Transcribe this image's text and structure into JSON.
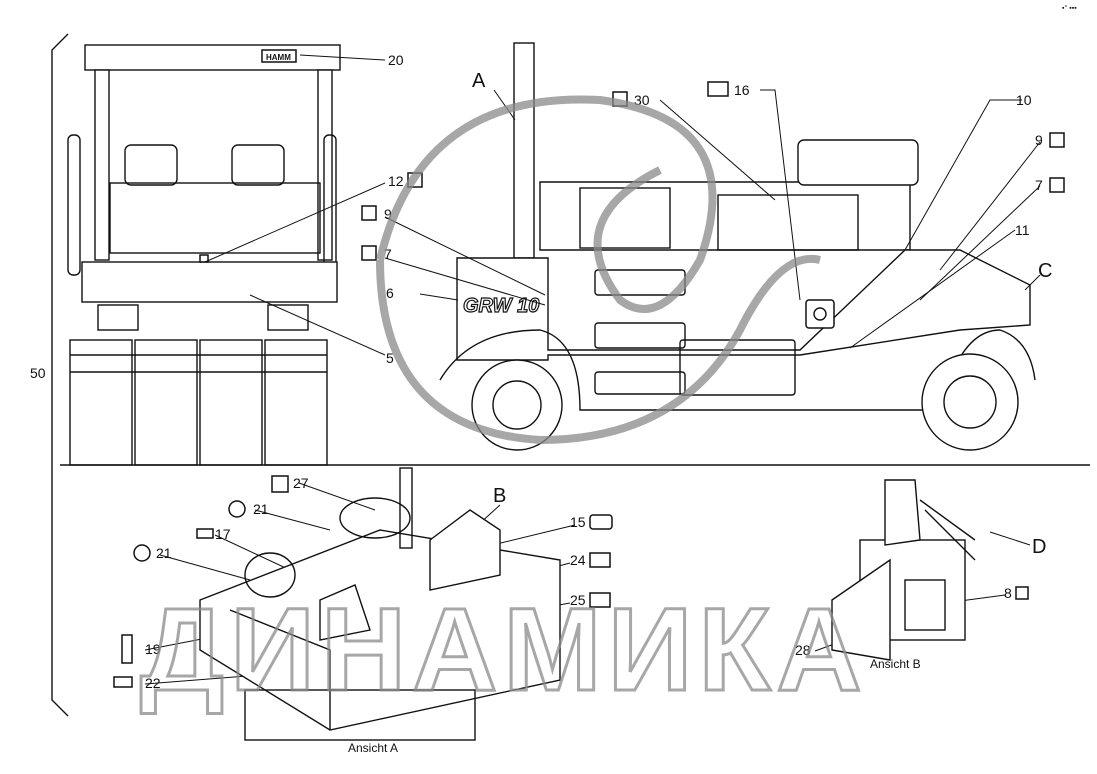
{
  "corner_mark": "▪° ▪▪▪",
  "watermark": {
    "text": "ДИНАМИКА"
  },
  "machine": {
    "model_badge": "GRW 10",
    "brand_plate": "HAMM"
  },
  "views": {
    "A": "A",
    "B": "B",
    "C": "C",
    "D": "D",
    "ansicht_a": "Ansicht A",
    "ansicht_b": "Ansicht B"
  },
  "callouts": {
    "c20": "20",
    "c12": "12",
    "c9_left": "9",
    "c7_left": "7",
    "c6": "6",
    "c5": "5",
    "c50": "50",
    "c30": "30",
    "c16": "16",
    "c10": "10",
    "c9_right": "9",
    "c7_right": "7",
    "c11": "11",
    "c27": "27",
    "c21_a": "21",
    "c17": "17",
    "c21_b": "21",
    "c15": "15",
    "c24": "24",
    "c25": "25",
    "c19": "19",
    "c22": "22",
    "c28": "28",
    "c8": "8"
  }
}
